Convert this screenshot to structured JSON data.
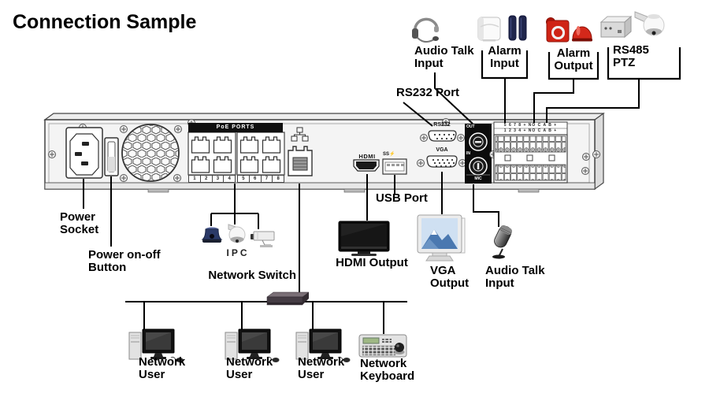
{
  "title": "Connection Sample",
  "colors": {
    "alarm_red": "#cf2415",
    "sensor_navy": "#20264c",
    "panel_gray": "#f4f4f4",
    "line_black": "#000000",
    "screen_blue": "#4a78b0"
  },
  "top_labels": {
    "audio_talk_input": {
      "line1": "Audio Talk",
      "line2": "Input"
    },
    "alarm_input": {
      "line1": "Alarm",
      "line2": "Input"
    },
    "alarm_output": {
      "line1": "Alarm",
      "line2": "Output"
    },
    "rs485_ptz": {
      "line1": "RS485",
      "line2": "PTZ"
    },
    "rs232_port": "RS232 Port"
  },
  "panel": {
    "poe_banner": "PoE PORTS",
    "poe_numbers": [
      "1",
      "2",
      "3",
      "4",
      "5",
      "6",
      "7",
      "8"
    ],
    "hdmi_label": "HDMI",
    "usb_label": "SS⚡",
    "rs232_label": "RS232",
    "vga_label": "VGA",
    "audio_out": "OUT",
    "audio_in": "IN",
    "audio_mic": "MIC",
    "terminal_row_top": "5 6 7 8 + NO C A B +",
    "terminal_row_bottom": "1 2 3 4 + NO C A B +"
  },
  "bottom_labels": {
    "power_socket": {
      "line1": "Power",
      "line2": "Socket"
    },
    "power_button": {
      "line1": "Power on-off",
      "line2": "Button"
    },
    "ipc": "IPC",
    "network_switch": "Network Switch",
    "hdmi_output": "HDMI Output",
    "usb_port": "USB Port",
    "vga_output": {
      "line1": "VGA",
      "line2": "Output"
    },
    "audio_talk_input": {
      "line1": "Audio Talk",
      "line2": "Input"
    }
  },
  "network_section": {
    "users": [
      {
        "line1": "Network",
        "line2": "User"
      },
      {
        "line1": "Network",
        "line2": "User"
      },
      {
        "line1": "Network",
        "line2": "User"
      }
    ],
    "keyboard": {
      "line1": "Network",
      "line2": "Keyboard"
    }
  }
}
